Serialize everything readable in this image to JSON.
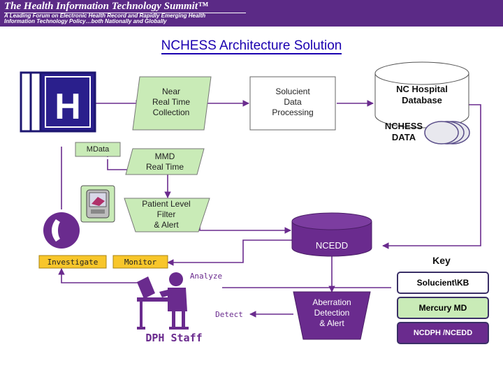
{
  "banner": {
    "title": "The Health Information Technology Summit™",
    "subtitle_line1": "A Leading Forum on Electronic Health Record and Rapidly Emerging Health",
    "subtitle_line2": "Information Technology Policy…both Nationally and Globally"
  },
  "page_title": "NCHESS Architecture Solution",
  "nodes": {
    "hospital_icon_letter": "H",
    "near_real_time": "Near\nReal Time\nCollection",
    "solucient_processing": "Solucient\nData\nProcessing",
    "nc_hospital_db": "NC Hospital\nDatabase",
    "nchess_data": "NCHESS\nDATA",
    "mdata": "MData",
    "mmd_real_time": "MMD\nReal Time",
    "patient_filter": "Patient Level\nFilter\n& Alert",
    "ncedd": "NCEDD",
    "investigate": "Investigate",
    "monitor": "Monitor",
    "analyze": "Analyze",
    "detect": "Detect",
    "dph_staff": "DPH Staff",
    "aberration": "Aberration\nDetection\n& Alert"
  },
  "key": {
    "title": "Key",
    "items": [
      {
        "label": "Solucient\\KB",
        "fill": "#ffffff",
        "text_color": "#000000"
      },
      {
        "label": "Mercury MD",
        "fill": "#c9ebb7",
        "text_color": "#000000"
      },
      {
        "label": "NCDPH /NCEDD",
        "fill": "#6a2b8e",
        "text_color": "#ffffff"
      }
    ]
  },
  "colors": {
    "banner": "#5b2a86",
    "title": "#1a00b0",
    "connector": "#6a2b8e",
    "green_fill": "#c9ebb7",
    "blue_fill": "#bfe3f5",
    "purple_fill": "#6a2b8e",
    "gold_fill": "#f8c62a",
    "key_border": "#3a2f66"
  },
  "icons": [
    "hospital-h-icon",
    "pda-device-icon",
    "phone-icon",
    "computer-workstation-icon",
    "people-icon"
  ]
}
